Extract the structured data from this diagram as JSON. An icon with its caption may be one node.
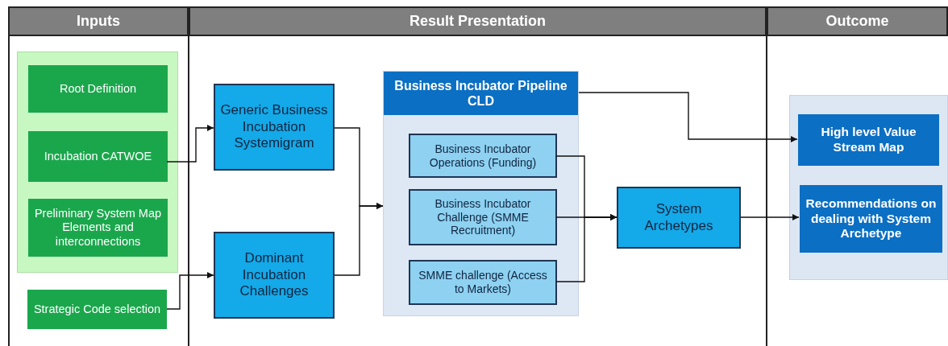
{
  "diagram": {
    "nodes": [
      {
        "text": [
          "Inputs"
        ]
      },
      {
        "text": [
          "Result Presentation"
        ]
      },
      {
        "text": [
          "Outcome"
        ]
      },
      {
        "text": [],
        "shape": "box"
      },
      {
        "text": [
          "Root Definition"
        ],
        "in": 3
      },
      {
        "text": [
          "Incubation CATWOE"
        ],
        "in": 3
      },
      {
        "text": [
          "Preliminary System Map Elements and interconnections"
        ],
        "in": 3
      },
      {
        "text": [
          "Strategic Code selection"
        ]
      },
      {
        "text": [
          "Generic Business Incubation Systemigram"
        ]
      },
      {
        "text": [
          "Dominant Incubation Challenges"
        ]
      },
      {
        "text": [
          "Business Incubator Pipeline CLD"
        ]
      },
      {
        "text": [
          "Business Incubator Operations (Funding)"
        ],
        "in": 10
      },
      {
        "text": [
          "Business Incubator Challenge (SMME Recruitment)"
        ],
        "in": 10
      },
      {
        "text": [
          "SMME challenge (Access to Markets)"
        ],
        "in": 10
      },
      {
        "text": [
          "System Archetypes"
        ]
      },
      {
        "text": [],
        "shape": "box"
      },
      {
        "text": [
          "High level Value Stream Map"
        ],
        "in": 15
      },
      {
        "text": [
          "Recommendations on dealing with System Archetype"
        ],
        "in": 15
      }
    ],
    "edges": [
      {
        "from": 5,
        "to": 8,
        "arrow": "to"
      },
      {
        "from": 7,
        "to": 9,
        "arrow": "to"
      },
      {
        "from": 8,
        "to": 10,
        "arrow": "to"
      },
      {
        "from": 9,
        "to": 10,
        "arrow": "to"
      },
      {
        "from": 10,
        "to": 16,
        "arrow": "to"
      },
      {
        "from": 11,
        "to": 14,
        "arrow": "to"
      },
      {
        "from": 12,
        "to": 14,
        "arrow": "to"
      },
      {
        "from": 13,
        "to": 14,
        "arrow": "to"
      },
      {
        "from": 14,
        "to": 17,
        "arrow": "to"
      }
    ]
  }
}
